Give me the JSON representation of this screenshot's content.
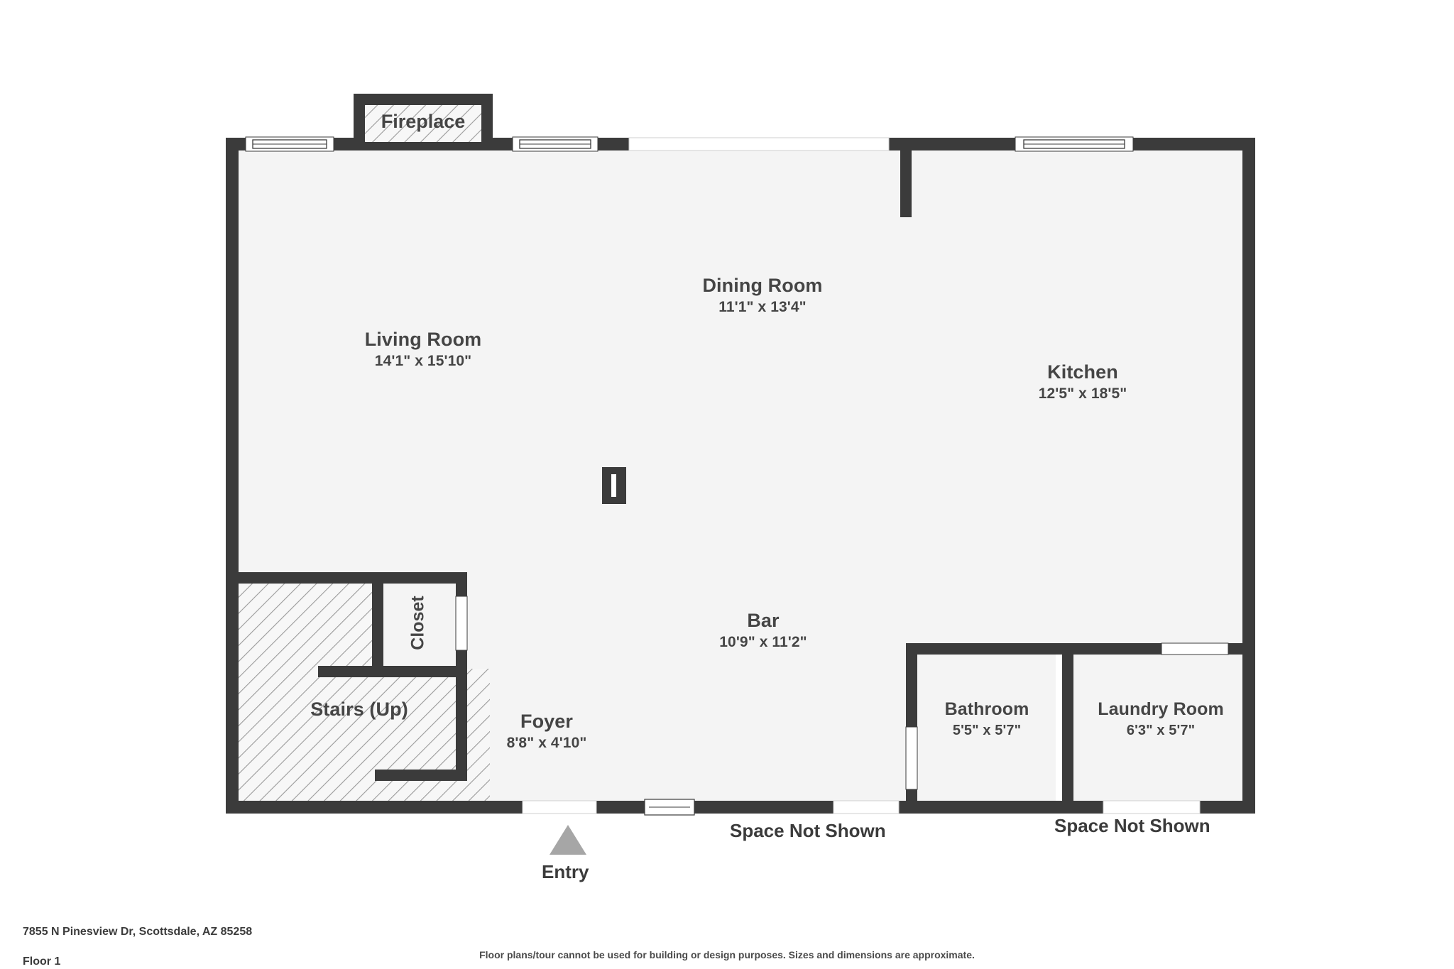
{
  "document": {
    "type": "floor-plan",
    "address": "7855 N Pinesview Dr, Scottsdale, AZ 85258",
    "floor": "Floor 1",
    "disclaimer": "Floor plans/tour cannot be used for building or design purposes. Sizes and dimensions are approximate.",
    "background_color": "#ffffff",
    "wall_color": "#3b3b3b",
    "room_fill_color": "#f4f4f4",
    "text_color": "#454545",
    "entry_marker_color": "#a6a6a6"
  },
  "rooms": [
    {
      "id": "fireplace",
      "name": "Fireplace",
      "dimensions": "",
      "hatched": true
    },
    {
      "id": "living-room",
      "name": "Living Room",
      "dimensions": "14'1\" x 15'10\"",
      "hatched": false
    },
    {
      "id": "dining-room",
      "name": "Dining Room",
      "dimensions": "11'1\" x 13'4\"",
      "hatched": false
    },
    {
      "id": "kitchen",
      "name": "Kitchen",
      "dimensions": "12'5\" x 18'5\"",
      "hatched": false
    },
    {
      "id": "bar",
      "name": "Bar",
      "dimensions": "10'9\" x 11'2\"",
      "hatched": false
    },
    {
      "id": "closet",
      "name": "Closet",
      "dimensions": "",
      "hatched": false
    },
    {
      "id": "stairs",
      "name": "Stairs (Up)",
      "dimensions": "",
      "hatched": true
    },
    {
      "id": "foyer",
      "name": "Foyer",
      "dimensions": "8'8\" x 4'10\"",
      "hatched": false
    },
    {
      "id": "bathroom",
      "name": "Bathroom",
      "dimensions": "5'5\" x 5'7\"",
      "hatched": false
    },
    {
      "id": "laundry-room",
      "name": "Laundry Room",
      "dimensions": "6'3\" x 5'7\"",
      "hatched": false
    }
  ],
  "annotations": {
    "space_not_shown_1": "Space Not Shown",
    "space_not_shown_2": "Space Not Shown",
    "entry": "Entry"
  }
}
